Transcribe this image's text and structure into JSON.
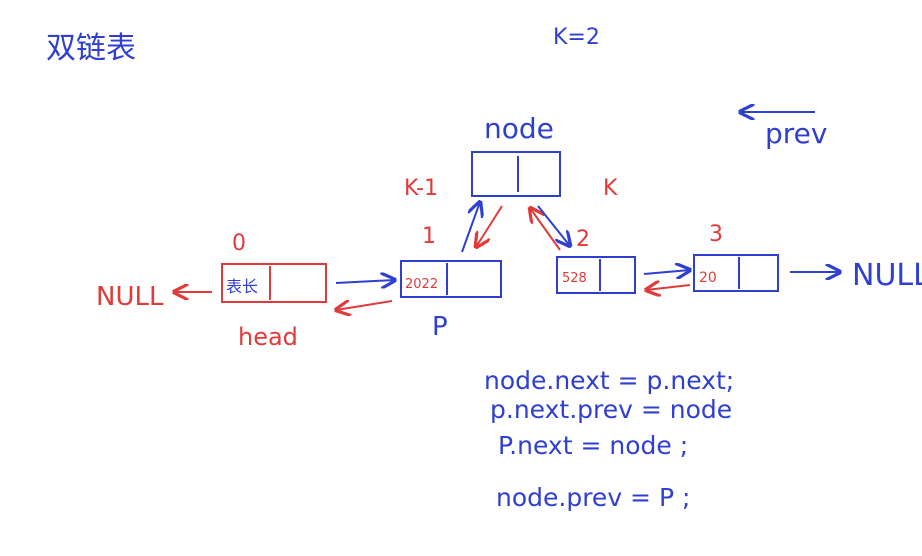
{
  "title": "双链表",
  "k_equation": "K=2",
  "prev_label": "prev",
  "node_label": "node",
  "k_minus_1_label": "K-1",
  "k_label": "K",
  "indices": [
    "0",
    "1",
    "2",
    "3"
  ],
  "nodes": [
    "表长",
    "2022",
    "528",
    "20"
  ],
  "null_left": "NULL",
  "null_right": "NULL",
  "head_label": "head",
  "p_label": "P",
  "code": [
    "node.next = p.next;",
    "p.next.prev = node",
    "P.next = node ;",
    "node.prev = P ;"
  ],
  "colors": {
    "blue": "#2f3fd0",
    "red": "#e03a3a"
  }
}
